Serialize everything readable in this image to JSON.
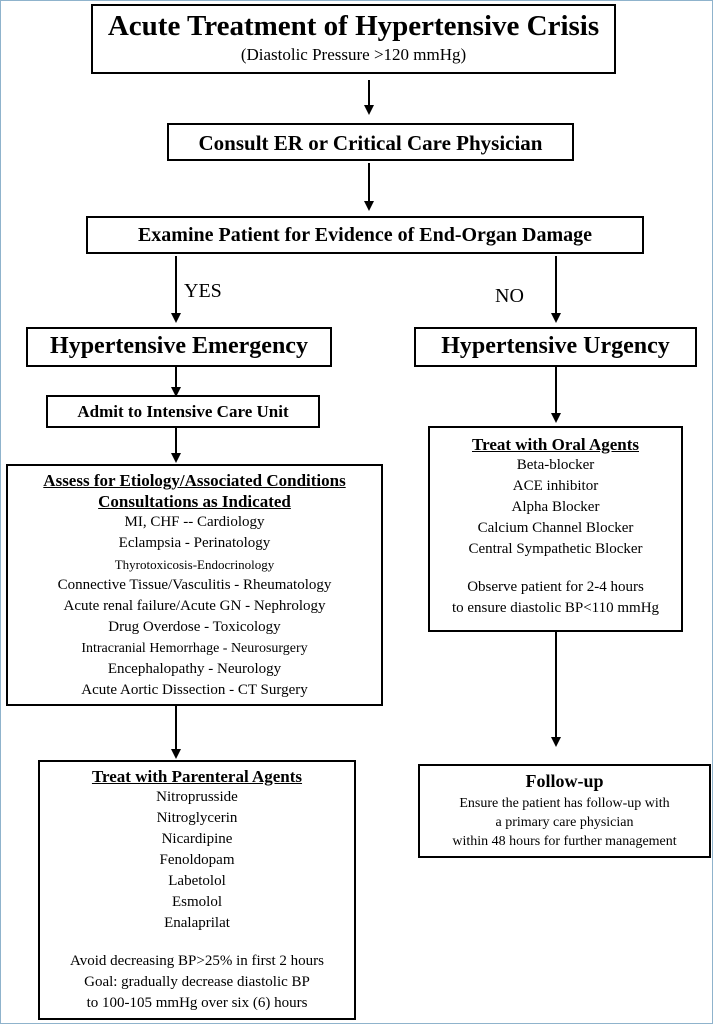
{
  "title": {
    "main": "Acute Treatment of Hypertensive Crisis",
    "sub": "(Diastolic Pressure >120 mmHg)"
  },
  "consult": "Consult ER or Critical Care Physician",
  "examine": "Examine Patient for Evidence of End-Organ Damage",
  "branches": {
    "yes": "YES",
    "no": "NO"
  },
  "emergency": "Hypertensive Emergency",
  "urgency": "Hypertensive Urgency",
  "admit": "Admit to Intensive Care Unit",
  "assess": {
    "heading1": "Assess for Etiology/Associated Conditions",
    "heading2": "Consultations as Indicated",
    "items": [
      "MI, CHF --  Cardiology",
      "Eclampsia  -  Perinatology",
      "Thyrotoxicosis-Endocrinology",
      "Connective Tissue/Vasculitis - Rheumatology",
      "Acute renal failure/Acute GN  -  Nephrology",
      "Drug Overdose - Toxicology",
      "Intracranial Hemorrhage - Neurosurgery",
      "Encephalopathy - Neurology",
      "Acute Aortic Dissection - CT Surgery"
    ]
  },
  "oral": {
    "heading": "Treat with Oral Agents",
    "items": [
      "Beta-blocker",
      "ACE inhibitor",
      "Alpha Blocker",
      "Calcium Channel Blocker",
      "Central Sympathetic Blocker"
    ],
    "note1": "Observe patient for 2-4 hours",
    "note2": "to ensure diastolic BP<110 mmHg"
  },
  "parenteral": {
    "heading": "Treat with Parenteral Agents",
    "items": [
      "Nitroprusside",
      "Nitroglycerin",
      "Nicardipine",
      "Fenoldopam",
      "Labetolol",
      "Esmolol",
      "Enalaprilat"
    ],
    "note1": "Avoid decreasing BP>25% in first 2 hours",
    "note2": "Goal: gradually decrease diastolic BP",
    "note3": "to 100-105 mmHg over six (6) hours"
  },
  "followup": {
    "heading": "Follow-up",
    "line1": "Ensure the patient has follow-up with",
    "line2": "a primary care physician",
    "line3": "within 48 hours for further management"
  }
}
